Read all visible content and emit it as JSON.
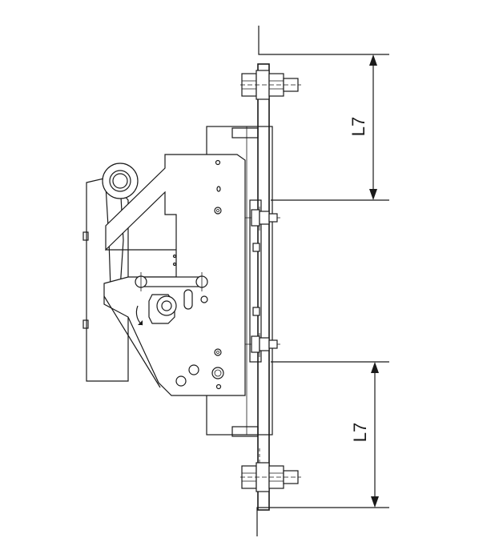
{
  "diagram": {
    "dimensions": [
      {
        "id": "upper",
        "label": "L7"
      },
      {
        "id": "lower",
        "label": "L7"
      }
    ]
  }
}
